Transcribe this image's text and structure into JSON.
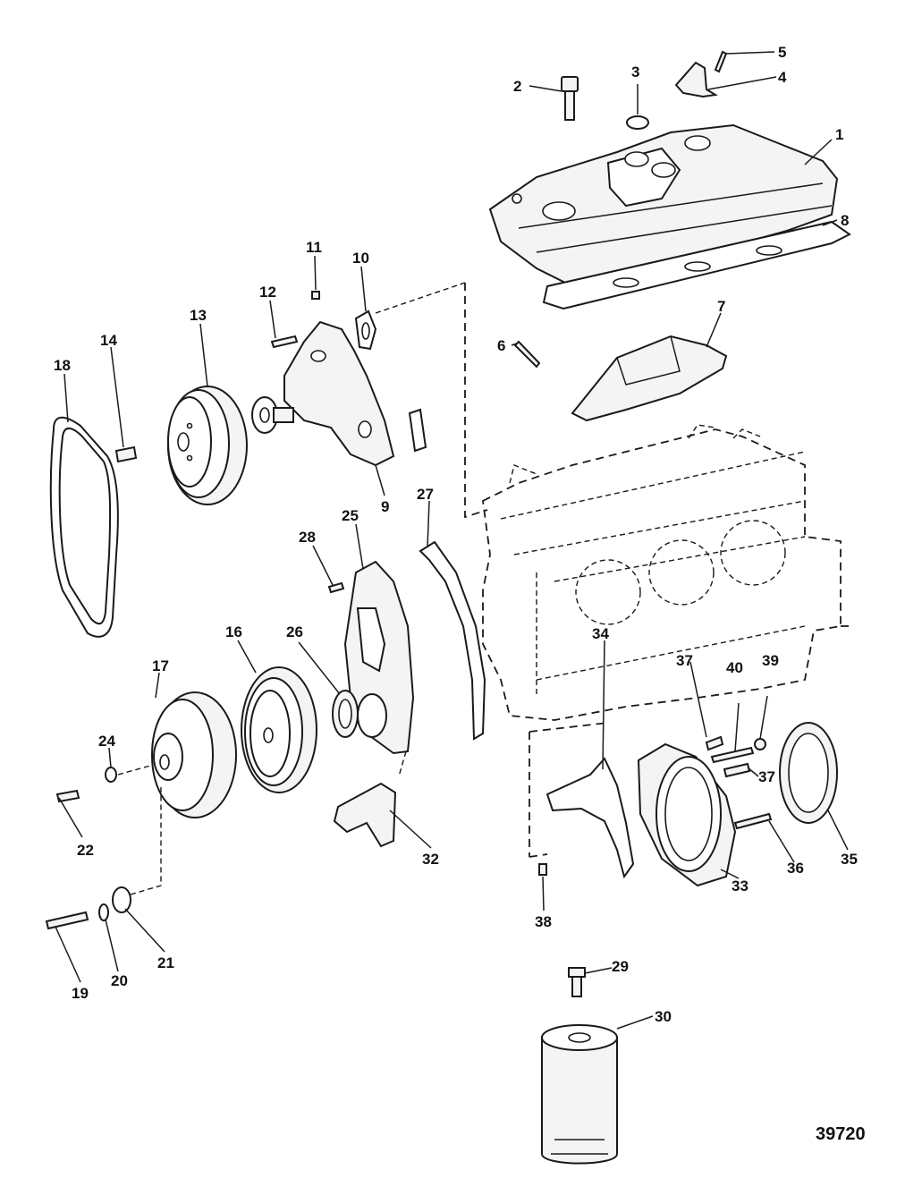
{
  "figure_number": "39720",
  "callouts": [
    {
      "id": "c1",
      "text": "1"
    },
    {
      "id": "c2",
      "text": "2"
    },
    {
      "id": "c3",
      "text": "3"
    },
    {
      "id": "c4",
      "text": "4"
    },
    {
      "id": "c5",
      "text": "5"
    },
    {
      "id": "c6",
      "text": "6"
    },
    {
      "id": "c7",
      "text": "7"
    },
    {
      "id": "c8",
      "text": "8"
    },
    {
      "id": "c9",
      "text": "9"
    },
    {
      "id": "c10",
      "text": "10"
    },
    {
      "id": "c11",
      "text": "11"
    },
    {
      "id": "c12",
      "text": "12"
    },
    {
      "id": "c13",
      "text": "13"
    },
    {
      "id": "c14",
      "text": "14"
    },
    {
      "id": "c16",
      "text": "16"
    },
    {
      "id": "c17",
      "text": "17"
    },
    {
      "id": "c18",
      "text": "18"
    },
    {
      "id": "c19",
      "text": "19"
    },
    {
      "id": "c20",
      "text": "20"
    },
    {
      "id": "c21",
      "text": "21"
    },
    {
      "id": "c22",
      "text": "22"
    },
    {
      "id": "c24",
      "text": "24"
    },
    {
      "id": "c25",
      "text": "25"
    },
    {
      "id": "c26",
      "text": "26"
    },
    {
      "id": "c27",
      "text": "27"
    },
    {
      "id": "c28",
      "text": "28"
    },
    {
      "id": "c29",
      "text": "29"
    },
    {
      "id": "c30",
      "text": "30"
    },
    {
      "id": "c32",
      "text": "32"
    },
    {
      "id": "c33",
      "text": "33"
    },
    {
      "id": "c34",
      "text": "34"
    },
    {
      "id": "c35",
      "text": "35"
    },
    {
      "id": "c36",
      "text": "36"
    },
    {
      "id": "c37a",
      "text": "37"
    },
    {
      "id": "c37b",
      "text": "37"
    },
    {
      "id": "c38",
      "text": "38"
    },
    {
      "id": "c39",
      "text": "39"
    },
    {
      "id": "c40",
      "text": "40"
    }
  ]
}
